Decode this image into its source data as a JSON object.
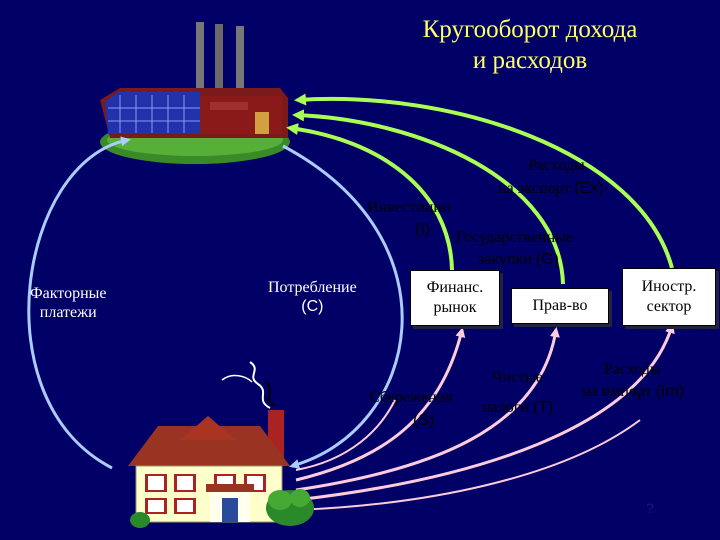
{
  "title": {
    "line1": "Кругооборот дохода",
    "line2": "и расходов"
  },
  "labels": {
    "factor_line1": "Факторные",
    "factor_line2": "платежи",
    "consumption_word": "Потребление",
    "consumption_sym": "(C)",
    "investment_word": "Инвестиции",
    "investment_sym": "(I)",
    "export_line1": "Расходы",
    "export_line2": "на экспорт",
    "export_sym": "(Ex)",
    "gov_line1": "Государственные",
    "gov_line2": "закупки",
    "gov_sym": "(G)",
    "savings_word": "Сбережения",
    "savings_sym": "(S)",
    "taxes_line1": "Чистые",
    "taxes_line2": "налоги",
    "taxes_sym": "(T)",
    "import_line1": "Расходы",
    "import_line2": "на импорт",
    "import_sym": "(Im)"
  },
  "boxes": {
    "finance_line1": "Финанс.",
    "finance_line2": "рынок",
    "government": "Прав-во",
    "foreign_line1": "Иностр.",
    "foreign_line2": "сектор"
  },
  "page_number": "?",
  "colors": {
    "background": "#000066",
    "title": "#ffff66",
    "labels": "#000000",
    "factor_arrows": "#aaccff",
    "export_arrows": "#aaff55",
    "household_arrows": "#ffccdd",
    "box_fill": "#ffffff"
  },
  "icons": [
    "factory-icon",
    "house-icon",
    "smoke-icon",
    "bush-icon"
  ]
}
